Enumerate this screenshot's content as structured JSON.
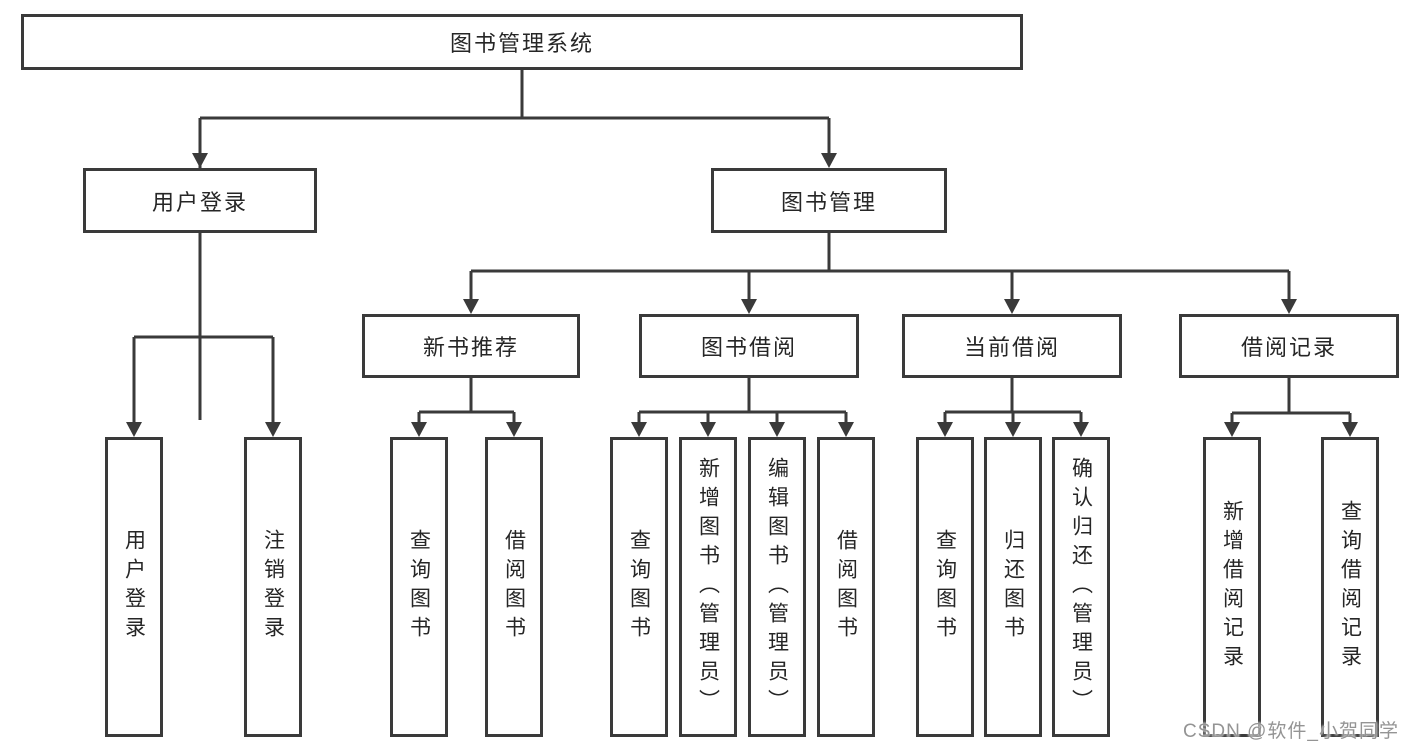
{
  "diagram": {
    "root": {
      "label": "图书管理系统"
    },
    "level2_nodes": [
      {
        "label": "用户登录"
      },
      {
        "label": "图书管理"
      }
    ],
    "level3_nodes": [
      {
        "label": "新书推荐"
      },
      {
        "label": "图书借阅"
      },
      {
        "label": "当前借阅"
      },
      {
        "label": "借阅记录"
      }
    ],
    "leaf_nodes": [
      {
        "label": "用户登录",
        "parent": "用户登录"
      },
      {
        "label": "注销登录",
        "parent": "用户登录"
      },
      {
        "label": "查询图书",
        "parent": "新书推荐"
      },
      {
        "label": "借阅图书",
        "parent": "新书推荐"
      },
      {
        "label": "查询图书",
        "parent": "图书借阅"
      },
      {
        "label": "新增图书（管理员）",
        "parent": "图书借阅"
      },
      {
        "label": "编辑图书（管理员）",
        "parent": "图书借阅"
      },
      {
        "label": "借阅图书",
        "parent": "图书借阅"
      },
      {
        "label": "查询图书",
        "parent": "当前借阅"
      },
      {
        "label": "归还图书",
        "parent": "当前借阅"
      },
      {
        "label": "确认归还（管理员）",
        "parent": "当前借阅"
      },
      {
        "label": "新增借阅记录",
        "parent": "借阅记录"
      },
      {
        "label": "查询借阅记录",
        "parent": "借阅记录"
      }
    ]
  },
  "watermark": {
    "text": "CSDN @软件_小贺同学"
  },
  "colors": {
    "line": "#3a3a3a",
    "text": "#262626",
    "watermark": "#949494",
    "bg": "#ffffff"
  }
}
